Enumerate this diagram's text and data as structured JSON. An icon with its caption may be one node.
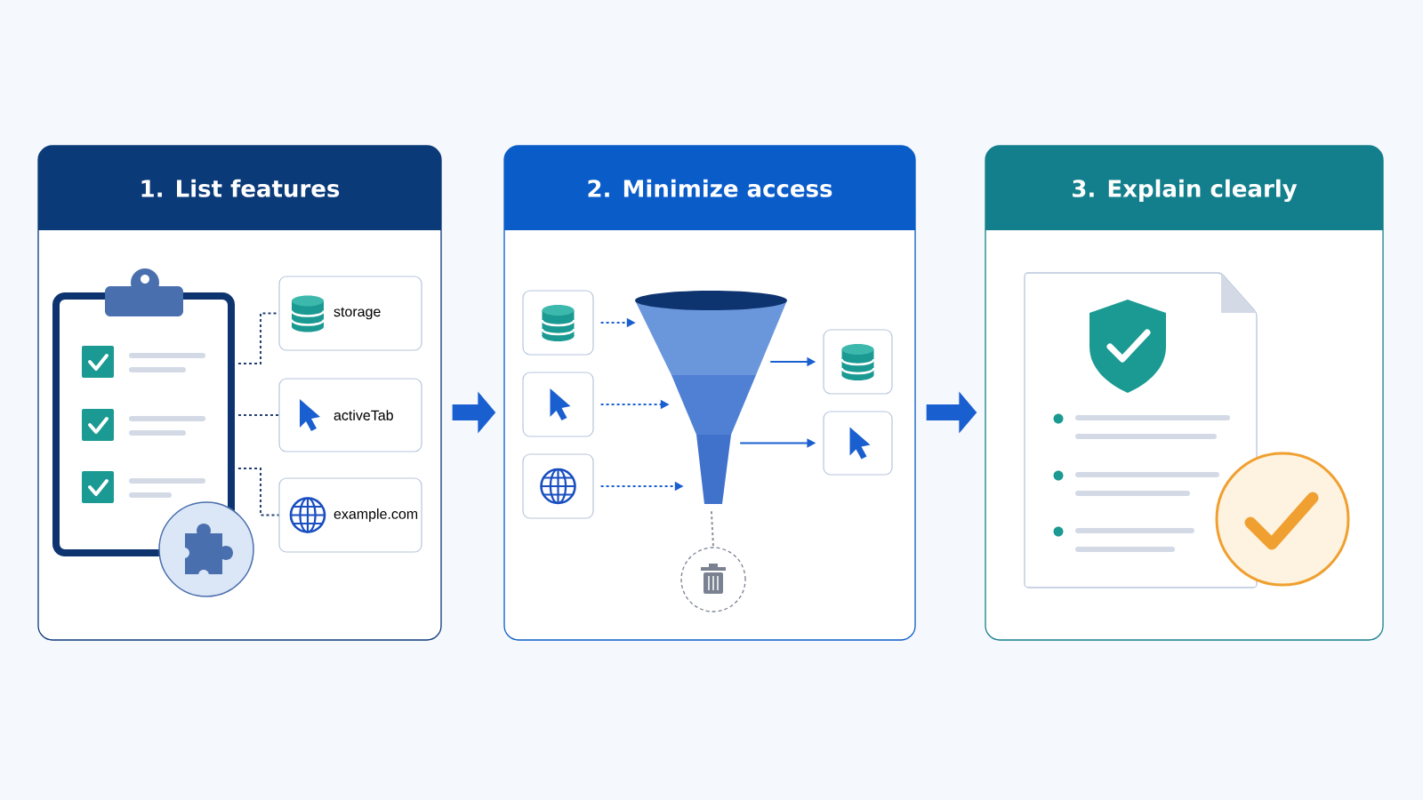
{
  "diagram": {
    "nodes": [
      {
        "text": [
          "1. List features"
        ]
      },
      {
        "text": [],
        "shape": "picture",
        "in": 0
      },
      {
        "text": [
          "storage"
        ],
        "in": 0
      },
      {
        "text": [
          "activeTab"
        ],
        "in": 0
      },
      {
        "text": [
          "example.com"
        ],
        "in": 0
      },
      {
        "text": [
          "2. Minimize access"
        ]
      },
      {
        "text": [],
        "shape": "box",
        "in": 5
      },
      {
        "text": [],
        "shape": "box",
        "in": 5
      },
      {
        "text": [],
        "shape": "box",
        "in": 5
      },
      {
        "text": [],
        "shape": "funnel",
        "in": 5
      },
      {
        "text": [],
        "shape": "box",
        "in": 5
      },
      {
        "text": [],
        "shape": "box",
        "in": 5
      },
      {
        "text": [],
        "shape": "circle",
        "in": 5
      },
      {
        "text": [
          "3. Explain clearly"
        ]
      }
    ],
    "edges": [
      {
        "from": 1,
        "to": 2,
        "arrow": "none",
        "style": "dashed",
        "color": "#23406e"
      },
      {
        "from": 1,
        "to": 3,
        "arrow": "none",
        "style": "dashed",
        "color": "#23406e"
      },
      {
        "from": 1,
        "to": 4,
        "arrow": "none",
        "style": "dashed",
        "color": "#23406e"
      },
      {
        "from": 6,
        "to": 9,
        "arrow": "to",
        "style": "dashed"
      },
      {
        "from": 7,
        "to": 9,
        "arrow": "to",
        "style": "dashed"
      },
      {
        "from": 8,
        "to": 9,
        "arrow": "to",
        "style": "dashed"
      },
      {
        "from": 9,
        "to": 10,
        "arrow": "to"
      },
      {
        "from": 9,
        "to": 11,
        "arrow": "to"
      },
      {
        "from": 9,
        "to": 12,
        "arrow": "none",
        "style": "dashed",
        "color": "#8a8f99"
      },
      {
        "from": 0,
        "to": 5,
        "arrow": "to",
        "style": "thick"
      },
      {
        "from": 5,
        "to": 13,
        "arrow": "to",
        "style": "thick"
      }
    ]
  }
}
